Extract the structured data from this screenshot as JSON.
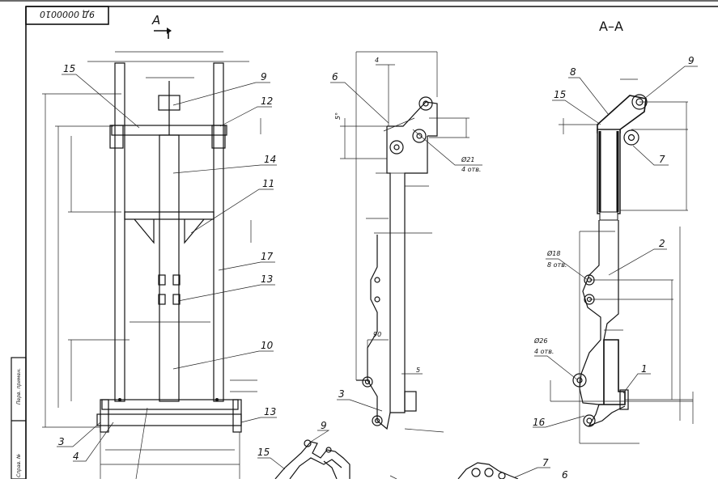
{
  "title_block": {
    "code": "9Д 0000010"
  },
  "side_stamp": {
    "label_top": "Перв. примен.",
    "label_bottom": "Справ. №"
  },
  "views": {
    "front": {
      "section_arrow": "А"
    },
    "side": {},
    "section": {
      "title": "А–А"
    }
  },
  "callouts": {
    "front": [
      "15",
      "9",
      "12",
      "14",
      "11",
      "17",
      "13",
      "10",
      "3",
      "4",
      "13"
    ],
    "side": [
      "6",
      "3"
    ],
    "section": [
      "8",
      "9",
      "15",
      "7",
      "2",
      "1",
      "16"
    ],
    "iso": [
      "9",
      "15",
      "7",
      "6"
    ]
  },
  "annotations": {
    "side_dim_top": "4",
    "side_angle": "5°",
    "side_hole": "Ø21",
    "side_hole_count": "4 отв.",
    "side_dim_90": "90",
    "side_dim_5": "5",
    "sec_hole_18": "Ø18",
    "sec_hole_18_count": "8 отв.",
    "sec_hole_26": "Ø26",
    "sec_hole_26_count": "4 отв."
  }
}
